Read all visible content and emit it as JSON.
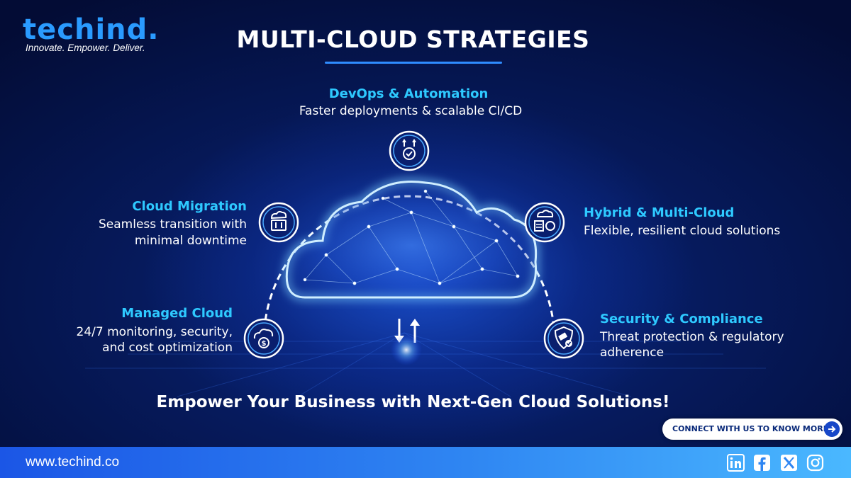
{
  "brand": {
    "logo": "techind.",
    "tagline": "Innovate. Empower. Deliver."
  },
  "title": "MULTI-CLOUD STRATEGIES",
  "features": {
    "devops": {
      "title": "DevOps & Automation",
      "desc": "Faster deployments & scalable CI/CD"
    },
    "migration": {
      "title": "Cloud Migration",
      "desc_line1": "Seamless transition with",
      "desc_line2": "minimal downtime"
    },
    "managed": {
      "title": "Managed Cloud",
      "desc_line1": "24/7 monitoring, security,",
      "desc_line2": "and cost optimization"
    },
    "hybrid": {
      "title": "Hybrid & Multi-Cloud",
      "desc": "Flexible, resilient cloud solutions"
    },
    "security": {
      "title": "Security & Compliance",
      "desc_line1": "Threat protection & regulatory",
      "desc_line2": "adherence"
    }
  },
  "tagline_bottom": "Empower Your Business with Next-Gen Cloud Solutions!",
  "cta": {
    "label": "CONNECT WITH US TO KNOW MORE!"
  },
  "footer": {
    "url": "www.techind.co",
    "social": [
      "linkedin-icon",
      "facebook-icon",
      "x-icon",
      "instagram-icon"
    ]
  },
  "colors": {
    "accent": "#2ec9ff",
    "brand": "#2a9bff",
    "background": "#061a5c",
    "footer": "#2f86f2"
  }
}
